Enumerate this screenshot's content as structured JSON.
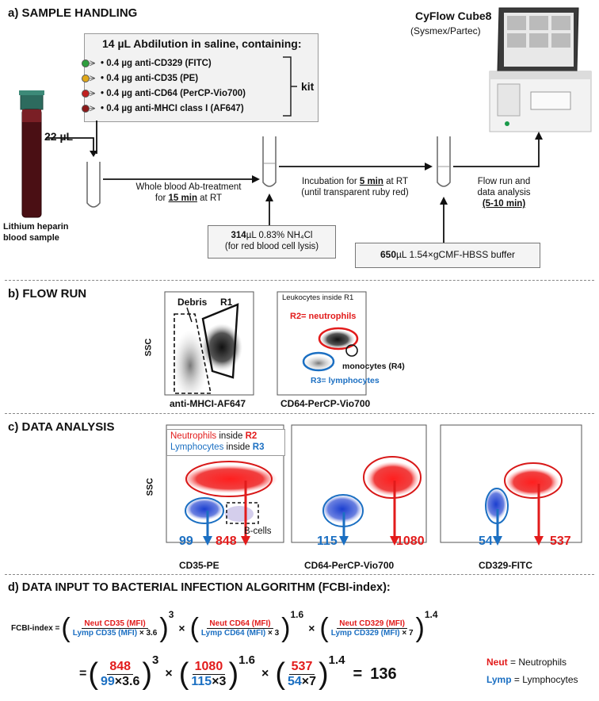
{
  "section_a": {
    "title": "a) SAMPLE HANDLING",
    "instrument_name": "CyFlow Cube8",
    "instrument_maker": "(Sysmex/Partec)",
    "dilution_title": "14 µL Abdilution in saline, containing:",
    "antibodies": [
      {
        "text": "• 0.4 µg anti-CD329 (FITC)",
        "color": "#2e9e3e"
      },
      {
        "text": "• 0.4 µg anti-CD35 (PE)",
        "color": "#e0a81a"
      },
      {
        "text": "• 0.4 µg anti-CD64 (PerCP-Vio700)",
        "color": "#c02020"
      },
      {
        "text": "• 0.4 µg anti-MHCI class I (AF647)",
        "color": "#8a1a1a"
      }
    ],
    "kit_label": "kit",
    "volume_label": "22 µL",
    "sample_label_1": "Lithium heparin",
    "sample_label_2": "blood sample",
    "step1_line1": "Whole blood Ab-treatment",
    "step1_line2_pre": "for ",
    "step1_line2_em": "15 min",
    "step1_line2_post": " at RT",
    "step2_line1_pre": "Incubation for ",
    "step2_line1_em": "5 min",
    "step2_line1_post": " at RT",
    "step2_line2": "(until transparent ruby red)",
    "step3_line1": "Flow run and",
    "step3_line2": "data analysis",
    "step3_line3": "(5-10 min)",
    "lysis_amount": "314",
    "lysis_unit": "µL 0.83% NH₄Cl",
    "lysis_line2": "(for red blood cell lysis)",
    "buffer_amount": "650",
    "buffer_text": "µL 1.54×gCMF-HBSS buffer"
  },
  "section_b": {
    "title": "b) FLOW RUN",
    "plot1_ylabel": "SSC",
    "plot1_xlabel": "anti-MHCI-AF647",
    "debris_label": "Debris",
    "r1_label": "R1",
    "plot2_title": "Leukocytes inside R1",
    "plot2_xlabel": "CD64-PerCP-Vio700",
    "neutrophils_label": "R2= neutrophils",
    "monocytes_label": "monocytes (R4)",
    "lymphocytes_label": "R3= lymphocytes"
  },
  "section_c": {
    "title": "c) DATA ANALYSIS",
    "ylabel": "SSC",
    "legend_neut": "Neutrophils",
    "legend_neut_rest": " inside ",
    "legend_neut_gate": "R2",
    "legend_lymp": "Lymphocytes",
    "legend_lymp_rest": " inside ",
    "legend_lymp_gate": "R3",
    "bcells_label": "B-cells",
    "plots": [
      {
        "xlabel": "CD35-PE",
        "lymp_value": "99",
        "neut_value": "848"
      },
      {
        "xlabel": "CD64-PerCP-Vio700",
        "lymp_value": "115",
        "neut_value": "1080"
      },
      {
        "xlabel": "CD329-FITC",
        "lymp_value": "54",
        "neut_value": "537"
      }
    ]
  },
  "section_d": {
    "title": "d) DATA INPUT TO BACTERIAL INFECTION ALGORITHM (FCBI-index):",
    "fcbi_label": "FCBI-index =",
    "terms": [
      {
        "num": "Neut CD35 (MFI)",
        "den": "Lymp CD35 (MFI)",
        "den_factor": " × 3.6",
        "exp": "3"
      },
      {
        "num": "Neut CD64 (MFI)",
        "den": "Lymp CD64 (MFI)",
        "den_factor": " × 3",
        "exp": "1.6"
      },
      {
        "num": "Neut CD329 (MFI)",
        "den": "Lymp CD329 (MFI)",
        "den_factor": " × 7",
        "exp": "1.4"
      }
    ],
    "times": "×",
    "equals": "=",
    "numeric_terms": [
      {
        "num": "848",
        "den": "99",
        "den_factor": "×3.6",
        "exp": "3"
      },
      {
        "num": "1080",
        "den": "115",
        "den_factor": "×3",
        "exp": "1.6"
      },
      {
        "num": "537",
        "den": "54",
        "den_factor": "×7",
        "exp": "1.4"
      }
    ],
    "result": "136",
    "legend_neut_key": "Neut",
    "legend_neut_text": " = Neutrophils",
    "legend_lymp_key": "Lymp",
    "legend_lymp_text": " = Lymphocytes"
  },
  "colors": {
    "neut": "#e21b1b",
    "lymp": "#1b6fc2"
  }
}
